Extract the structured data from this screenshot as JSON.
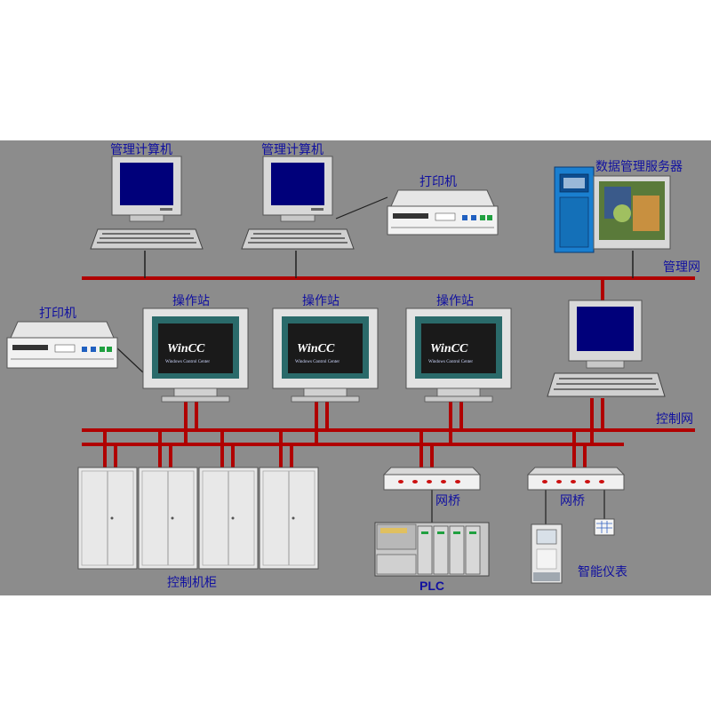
{
  "labels": {
    "mgmt_pc_1": "管理计算机",
    "mgmt_pc_2": "管理计算机",
    "printer_top": "打印机",
    "data_server": "数据管理服务器",
    "mgmt_network": "管理网",
    "printer_left": "打印机",
    "op_station_1": "操作站",
    "op_station_2": "操作站",
    "op_station_3": "操作站",
    "control_network": "控制网",
    "bridge_1": "网桥",
    "bridge_2": "网桥",
    "control_cabinet": "控制机柜",
    "plc": "PLC",
    "smart_meter": "智能仪表"
  },
  "screen": {
    "logo": "WinCC",
    "subtitle": "Windows Control Center"
  },
  "colors": {
    "background": "#8c8c8c",
    "network_line": "#b00000",
    "label_text": "#1010a0",
    "crt_screen": "#00007a",
    "wincc_screen": "#1a1a1a",
    "cabinet": "#e8e8e8",
    "server_body": "#1a7fd0"
  }
}
